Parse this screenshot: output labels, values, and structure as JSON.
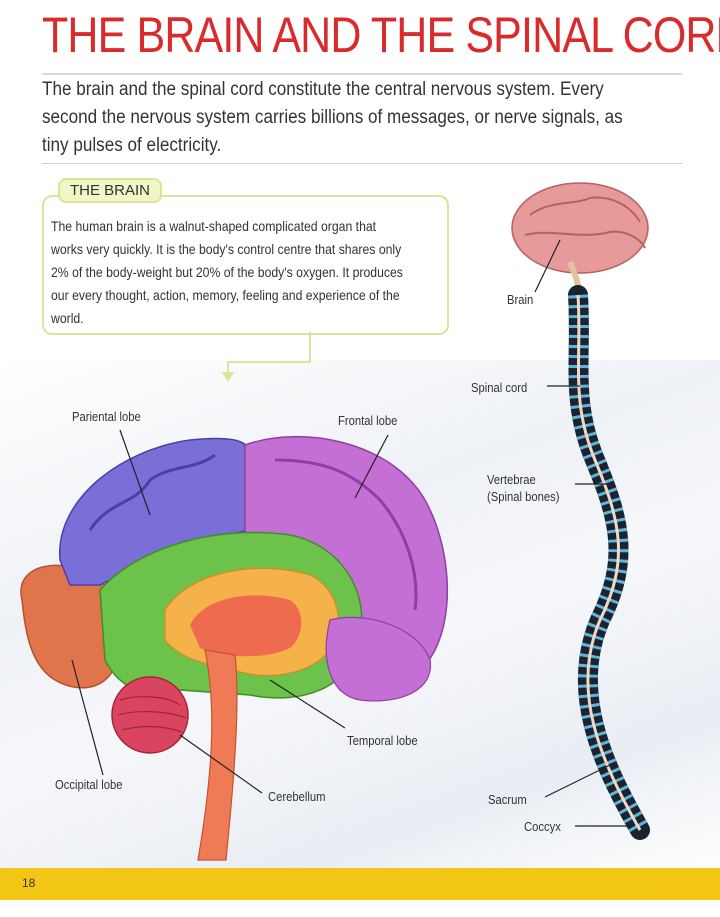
{
  "header": {
    "title": "THE BRAIN AND THE SPINAL CORD",
    "intro": "The brain and the spinal cord constitute the central nervous system. Every second the nervous system carries billions of messages, or nerve signals, as tiny pulses of electricity."
  },
  "callout": {
    "heading": "THE BRAIN",
    "text": "The human brain is a walnut-shaped complicated organ that works very quickly. It is the body's control centre that shares only 2% of the body-weight but 20% of the body's oxygen. It produces our every thought, action, memory, feeling and experience of the world."
  },
  "brain_labels": {
    "parietal": "Pariental lobe",
    "frontal": "Frontal lobe",
    "temporal": "Temporal lobe",
    "occipital": "Occipital lobe",
    "cerebellum": "Cerebellum"
  },
  "spine_labels": {
    "brain": "Brain",
    "spinal_cord": "Spinal cord",
    "vertebrae_line1": "Vertebrae",
    "vertebrae_line2": "(Spinal bones)",
    "sacrum": "Sacrum",
    "coccyx": "Coccyx"
  },
  "footer": {
    "page_number": "18"
  },
  "colors": {
    "title": "#d92b2b",
    "callout_border": "#d8e69a",
    "footer": "#f3c515",
    "parietal": "#7a6fd6",
    "frontal": "#c46fd4",
    "limbic": "#6cc24a",
    "occipital": "#e0744a",
    "cerebellum": "#d9455f"
  }
}
